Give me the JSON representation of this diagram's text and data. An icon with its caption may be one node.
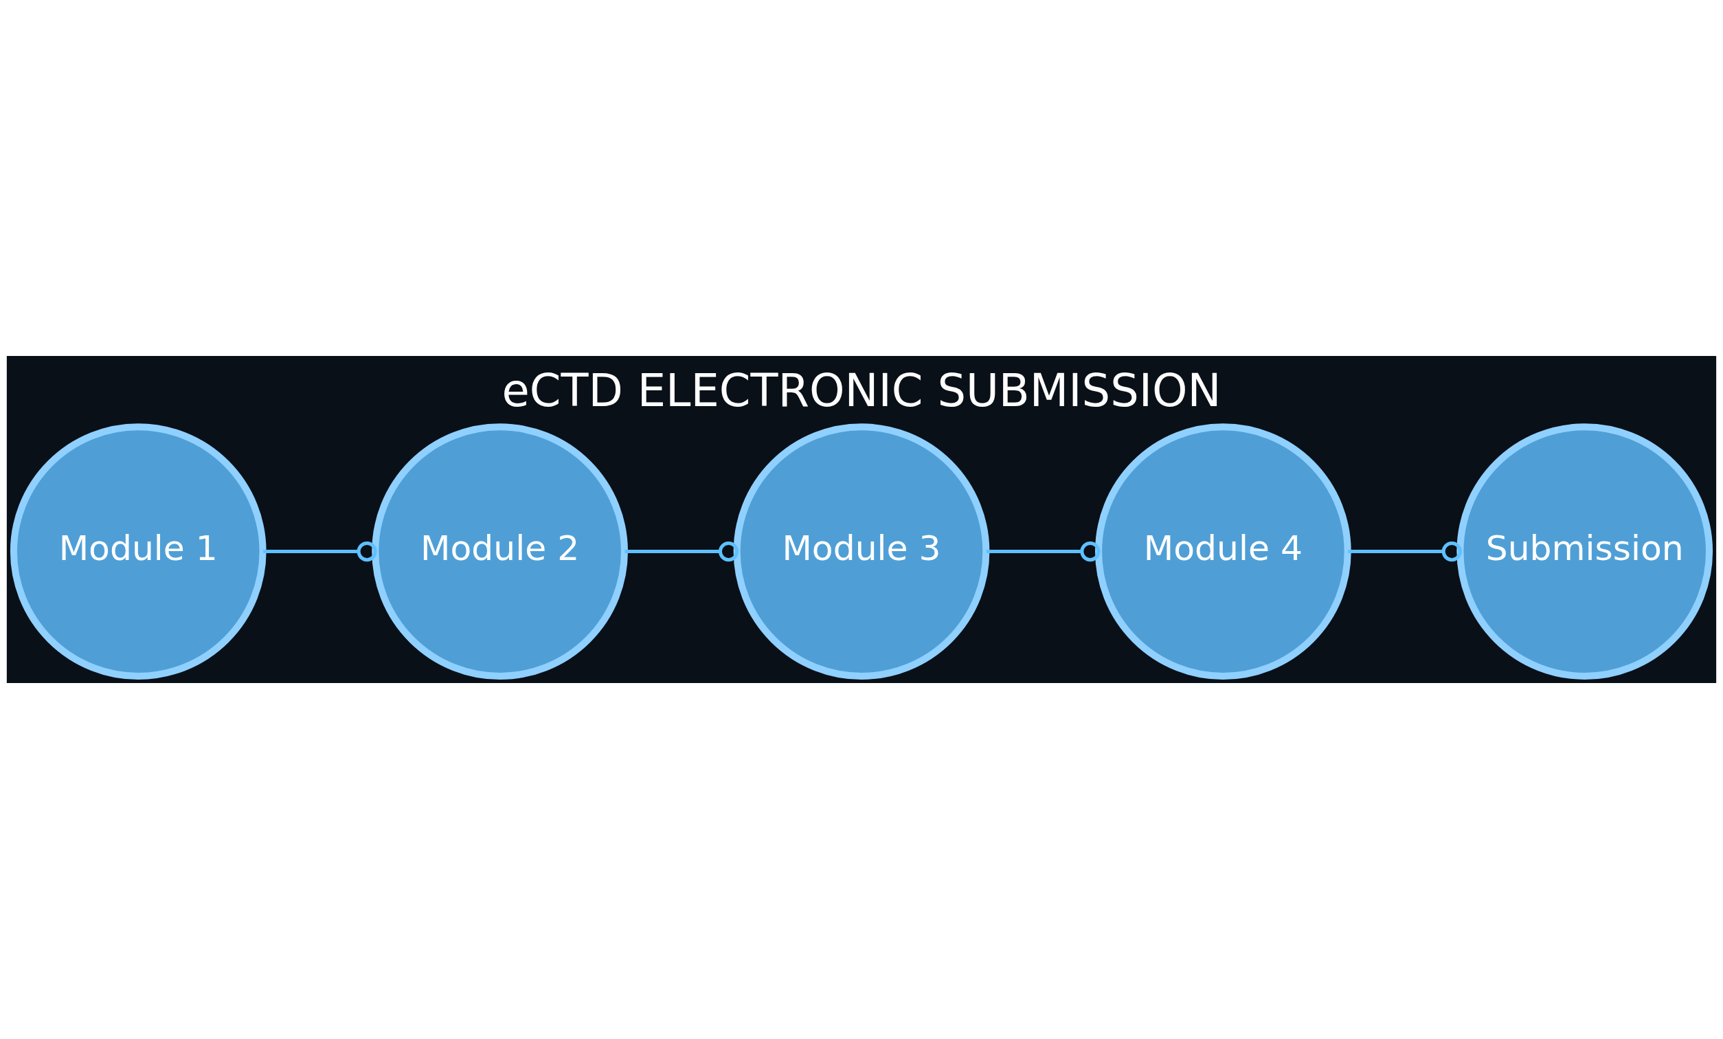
{
  "diagram": {
    "title": "eCTD ELECTRONIC SUBMISSION",
    "nodes": [
      {
        "text": [
          "Module 1"
        ]
      },
      {
        "text": [
          "Module 2"
        ]
      },
      {
        "text": [
          "Module 3"
        ]
      },
      {
        "text": [
          "Module 4"
        ]
      },
      {
        "text": [
          "Submission"
        ]
      }
    ],
    "edges": [
      {
        "from": 0,
        "to": 1,
        "arrow": "other"
      },
      {
        "from": 1,
        "to": 2,
        "arrow": "other"
      },
      {
        "from": 2,
        "to": 3,
        "arrow": "other"
      },
      {
        "from": 3,
        "to": 4,
        "arrow": "other"
      }
    ]
  }
}
